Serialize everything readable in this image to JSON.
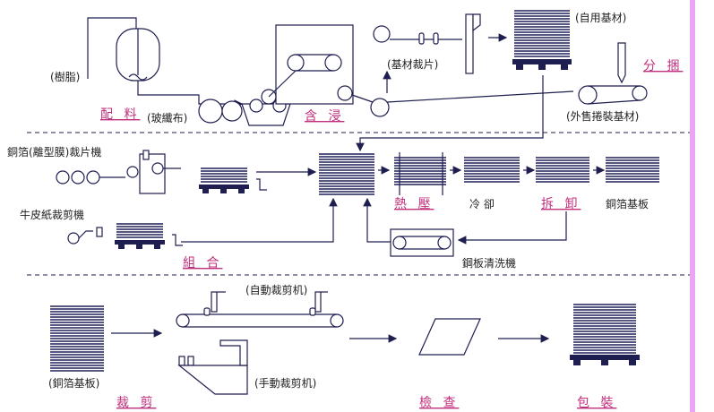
{
  "labels": {
    "resin": "(樹脂)",
    "glass_cloth": "(玻纖布)",
    "base_cut": "(基材裁片)",
    "self_use": "(自用基材)",
    "roll_sale": "(外售捲裝基材)",
    "copper_cutter": "銅箔(離型膜)裁片機",
    "kraft_cutter": "牛皮紙裁剪機",
    "cool": "冷 卻",
    "ccl": "銅箔基板",
    "plate_washer": "鋼板清洗機",
    "auto_cut": "(自動裁剪机)",
    "manual_cut": "(手動裁剪机)",
    "ccl2": "(銅箔基板)"
  },
  "steps": {
    "mix": "配 料",
    "dip": "含 浸",
    "slit": "分 捆",
    "combine": "組 合",
    "hot_press": "熱 壓",
    "dismantle": "拆 卸",
    "trim": "裁 剪",
    "inspect": "檢 查",
    "pack": "包 裝"
  },
  "colors": {
    "step_text": "#c0307c",
    "line": "#1e1e50",
    "edge_bar": "#e9a6f2"
  }
}
